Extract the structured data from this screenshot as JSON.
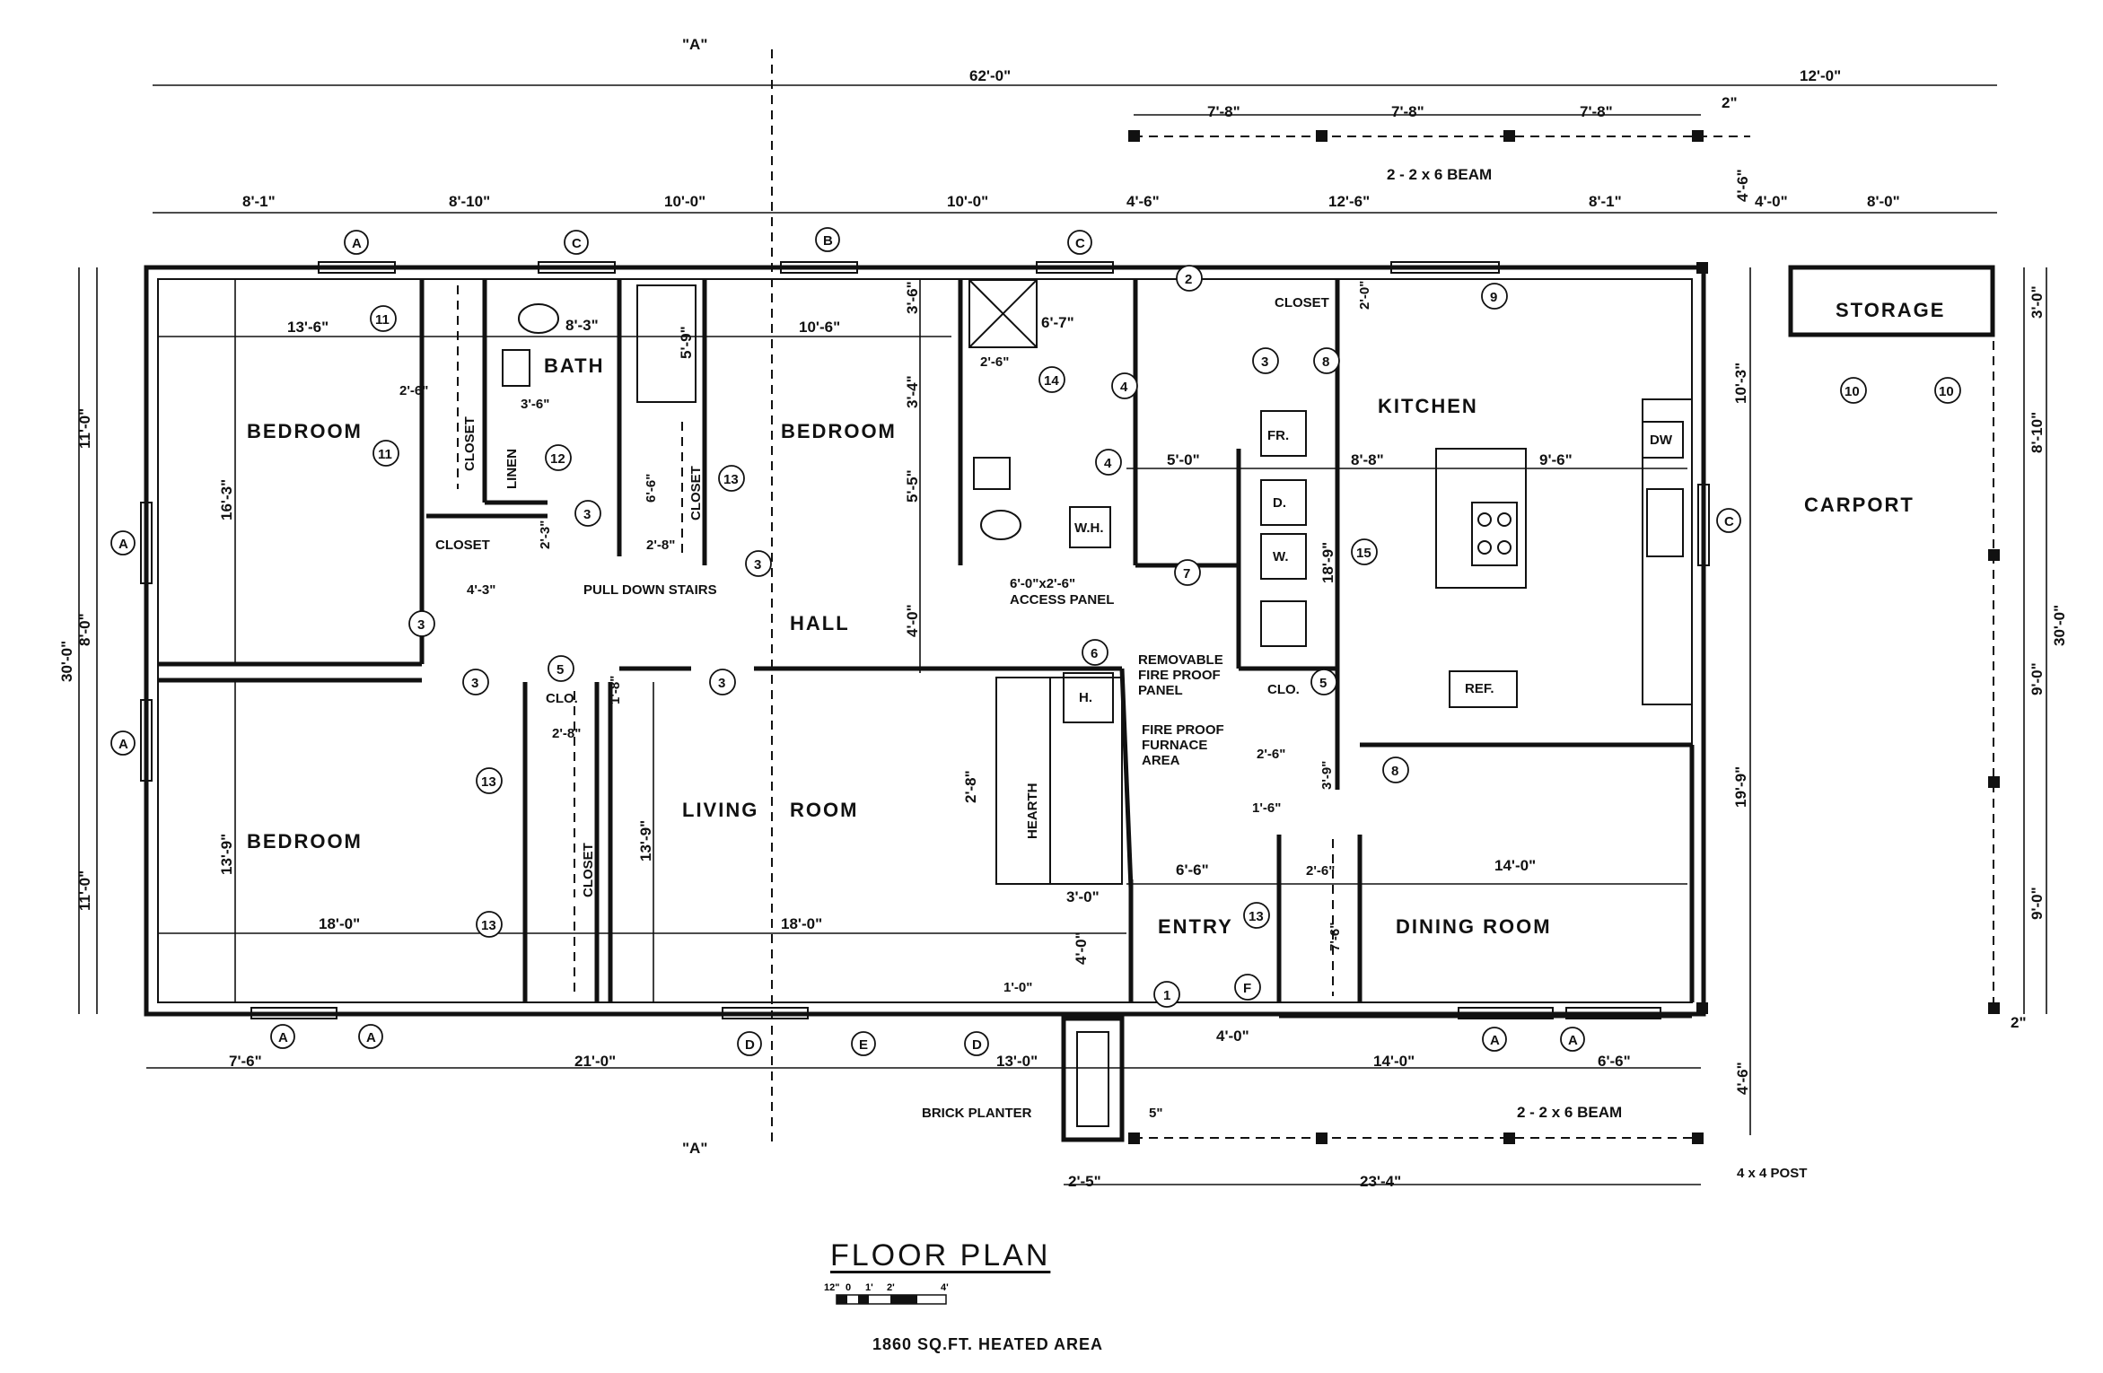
{
  "title": "FLOOR PLAN",
  "area_note": "1860 SQ.FT. HEATED AREA",
  "scale_bar": {
    "labels": [
      "12\"",
      "0",
      "1'",
      "2'",
      "4'"
    ]
  },
  "section_marker": "\"A\"",
  "rooms": {
    "bedroom_nw": "BEDROOM",
    "bath": "BATH",
    "bedroom_n": "BEDROOM",
    "kitchen": "KITCHEN",
    "storage": "STORAGE",
    "carport": "CARPORT",
    "hall": "HALL",
    "bedroom_sw": "BEDROOM",
    "living": "LIVING",
    "room": "ROOM",
    "entry": "ENTRY",
    "dining": "DINING ROOM"
  },
  "labels": {
    "closet_kitchen": "CLOSET",
    "closet_bed1": "CLOSET",
    "closet_bed1b": "CLOSET",
    "linen": "LINEN",
    "closet_bath": "CLOSET",
    "closet_bed2": "CLOSET",
    "clo_hall": "CLO.",
    "clo_kitchen": "CLO.",
    "pull_down": "PULL DOWN STAIRS",
    "access_panel_a": "6'-0\"x2'-6\"",
    "access_panel_b": "ACCESS PANEL",
    "wh": "W.H.",
    "fr": "FR.",
    "d": "D.",
    "w": "W.",
    "dw": "DW",
    "ref": "REF.",
    "h": "H.",
    "hearth": "HEARTH",
    "removable_a": "REMOVABLE",
    "removable_b": "FIRE PROOF",
    "removable_c": "PANEL",
    "furnace_a": "FIRE PROOF",
    "furnace_b": "FURNACE",
    "furnace_c": "AREA",
    "brick_planter": "BRICK PLANTER",
    "beam_top": "2 - 2 x 6 BEAM",
    "beam_bottom": "2 - 2 x 6 BEAM",
    "post": "4 x 4 POST"
  },
  "dimensions": {
    "overall": "62'-0\"",
    "carport_w": "12'-0\"",
    "beam_1": "7'-8\"",
    "beam_2": "7'-8\"",
    "beam_3": "7'-8\"",
    "beam_offset": "2\"",
    "top_1": "8'-1\"",
    "top_2": "8'-10\"",
    "top_3": "10'-0\"",
    "top_4": "10'-0\"",
    "top_5": "4'-6\"",
    "top_6": "12'-6\"",
    "top_7": "8'-1\"",
    "top_8": "4'-0\"",
    "top_9": "8'-0\"",
    "top_10": "4'-6\"",
    "left_total": "30'-0\"",
    "left_1": "11'-0\"",
    "left_2": "8'-0\"",
    "left_3": "11'-0\"",
    "right_1": "3'-0\"",
    "right_2": "8'-10\"",
    "right_3": "9'-0\"",
    "right_4": "9'-0\"",
    "right_5": "2\"",
    "right_total": "30'-0\"",
    "carport_d1": "10'-3\"",
    "carport_d2": "19'-9\"",
    "carport_d3": "4'-6\"",
    "bed1_w": "13'-6\"",
    "bed1_h": "16'-3\"",
    "bath_w": "8'-3\"",
    "tub": "5'-9\"",
    "clo_2_6": "2'-6\"",
    "clo_3_6": "3'-6\"",
    "clo_2_3": "2'-3\"",
    "clo_4_3": "4'-3\"",
    "clo_6_6": "6'-6\"",
    "clo_2_8": "2'-8\"",
    "bed2_w": "10'-6\"",
    "bed2_d1": "3'-6\"",
    "bed2_d2": "3'-4\"",
    "bed2_d3": "5'-5\"",
    "hall_w": "4'-0\"",
    "bath2_w": "6'-7\"",
    "bath2_c": "2'-6\"",
    "hall_5_0": "5'-0\"",
    "kitchen_a": "8'-8\"",
    "kitchen_b": "9'-6\"",
    "kitchen_h": "18'-9\"",
    "kitchen_clo": "2'-0\"",
    "kitchen_2_6": "2'-6\"",
    "kitchen_3_9": "3'-9\"",
    "bed3_h": "13'-9\"",
    "bed3_w": "18'-0\"",
    "bed3_clo": "2'-8\"",
    "hall_1_8": "1'-8\"",
    "living_h": "13'-9\"",
    "living_w": "18'-0\"",
    "hearth_h": "2'-8\"",
    "hearth_w": "3'-0\"",
    "entry_w": "6'-6\"",
    "entry_h": "4'-0\"",
    "entry_1_0": "1'-0\"",
    "entry_1_6": "1'-6\"",
    "entry_2_6": "2'-6\"",
    "entry_7_6": "7'-6\"",
    "dining_w": "14'-0\"",
    "bottom_1": "7'-6\"",
    "bottom_2": "21'-0\"",
    "bottom_3": "13'-0\"",
    "bottom_4": "4'-0\"",
    "bottom_5": "14'-0\"",
    "bottom_6": "6'-6\"",
    "planter_w": "2'-5\"",
    "planter_5": "5\"",
    "beam_total": "23'-4\""
  },
  "tags": {
    "t2": "2",
    "t3a": "3",
    "t3b": "3",
    "t3c": "3",
    "t3d": "3",
    "t3e": "3",
    "t3f": "3",
    "t4a": "4",
    "t4b": "4",
    "t5a": "5",
    "t5b": "5",
    "t6": "6",
    "t7": "7",
    "t8a": "8",
    "t8b": "8",
    "t9": "9",
    "t10a": "10",
    "t10b": "10",
    "t11a": "11",
    "t11b": "11",
    "t12": "12",
    "t13a": "13",
    "t13b": "13",
    "t13c": "13",
    "t13d": "13",
    "t14": "14",
    "t15": "15",
    "t1": "1",
    "tF": "F",
    "wA1": "A",
    "wA2": "A",
    "wA3": "A",
    "wA4": "A",
    "wA5": "A",
    "wA6": "A",
    "wA7": "A",
    "wB": "B",
    "wC1": "C",
    "wC2": "C",
    "wC3": "C",
    "wD1": "D",
    "wD2": "D",
    "wE": "E"
  }
}
